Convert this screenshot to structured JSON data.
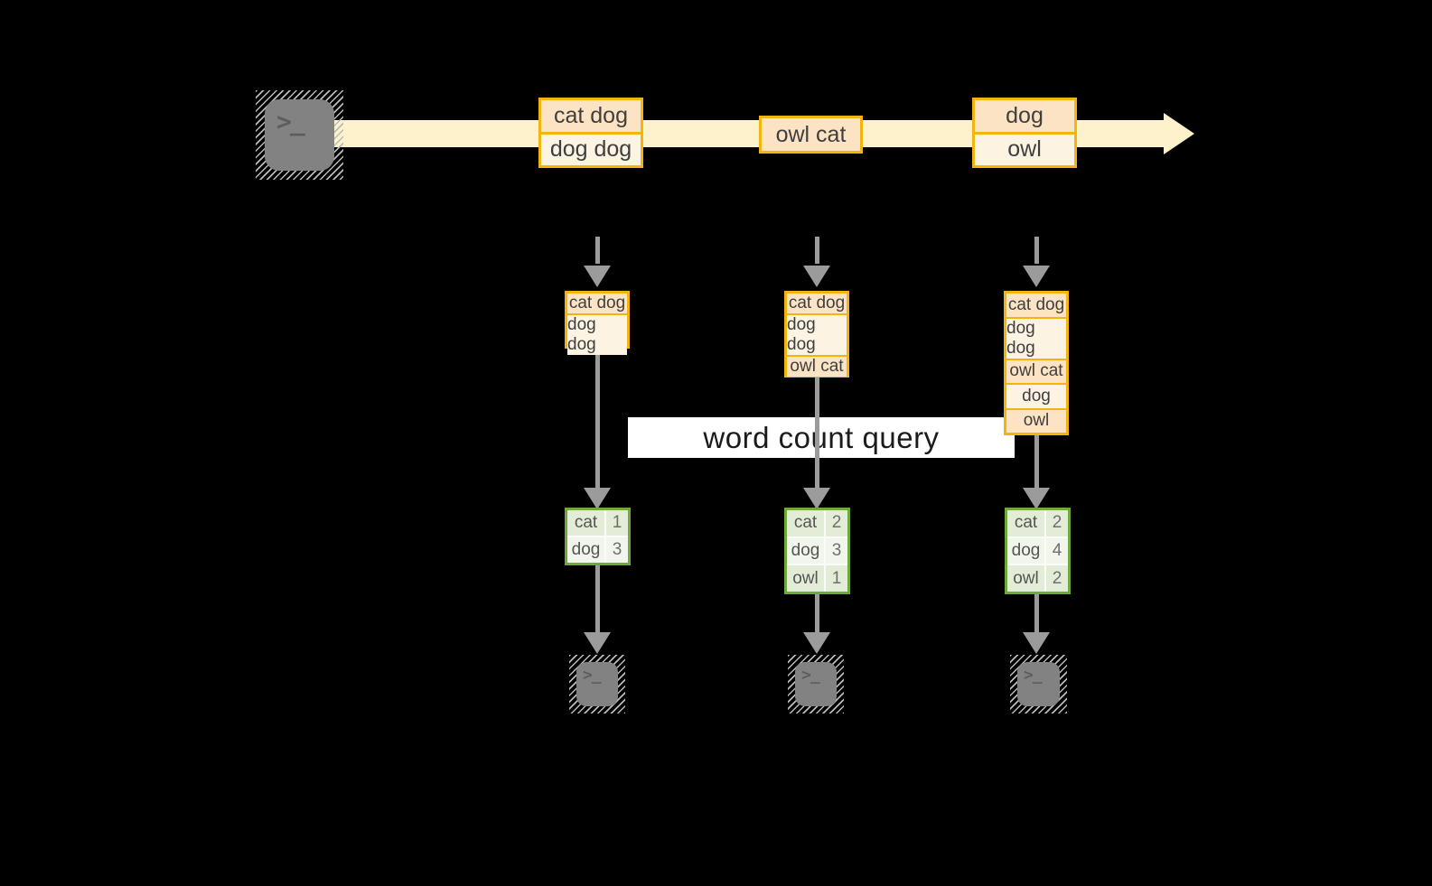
{
  "query_label": "word count query",
  "terminal_glyph": ">_",
  "stream": {
    "events": [
      {
        "lines": [
          "cat dog",
          "dog dog"
        ]
      },
      {
        "lines": [
          "owl cat"
        ]
      },
      {
        "lines": [
          "dog",
          "owl"
        ]
      }
    ]
  },
  "columns": [
    {
      "buffer": [
        "cat dog",
        "dog dog"
      ],
      "counts": [
        {
          "word": "cat",
          "count": 1
        },
        {
          "word": "dog",
          "count": 3
        }
      ]
    },
    {
      "buffer": [
        "cat dog",
        "dog dog",
        "owl cat"
      ],
      "counts": [
        {
          "word": "cat",
          "count": 2
        },
        {
          "word": "dog",
          "count": 3
        },
        {
          "word": "owl",
          "count": 1
        }
      ]
    },
    {
      "buffer": [
        "cat dog",
        "dog dog",
        "owl cat",
        "dog",
        "owl"
      ],
      "counts": [
        {
          "word": "cat",
          "count": 2
        },
        {
          "word": "dog",
          "count": 4
        },
        {
          "word": "owl",
          "count": 2
        }
      ]
    }
  ],
  "colors": {
    "background": "#000000",
    "stream_fill": "#fdf2cb",
    "box_border": "#f2b50e",
    "box_fill_dark": "#fbe3c3",
    "box_fill_light": "#fdf3e2",
    "table_border": "#6fa83c",
    "table_cell_dark": "#e3ecd6",
    "table_cell_light": "#f1f5eb",
    "arrow_gray": "#9b9b9b",
    "label_bg": "#ffffff",
    "text": "#3f3f3f"
  }
}
